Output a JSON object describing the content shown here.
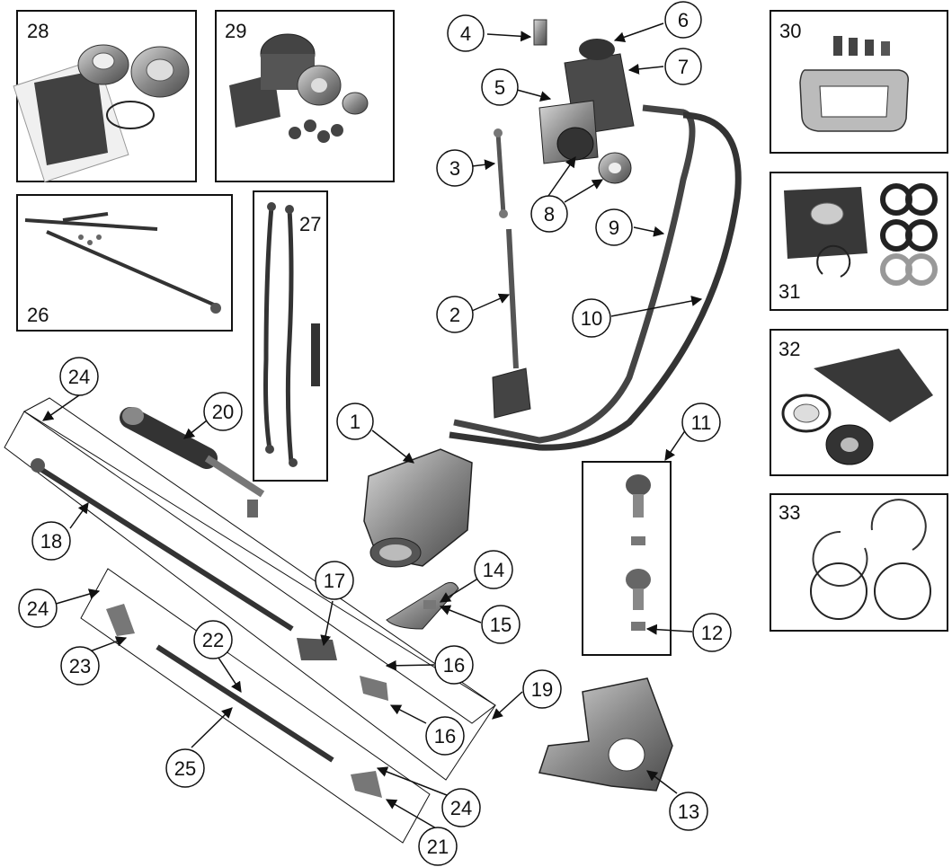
{
  "diagram": {
    "type": "exploded-parts-diagram",
    "colors": {
      "line": "#111111",
      "part_dark": "#3a3a3a",
      "part_mid": "#7a7a7a",
      "part_light": "#bdbdbd",
      "background": "#ffffff"
    },
    "boxed_kits": {
      "k28": "28",
      "k29": "29",
      "k30": "30",
      "k31": "31",
      "k32": "32",
      "k33": "33",
      "k26": "26",
      "k27": "27"
    },
    "callouts": {
      "c1": "1",
      "c2": "2",
      "c3": "3",
      "c4": "4",
      "c5": "5",
      "c6": "6",
      "c7": "7",
      "c8": "8",
      "c9": "9",
      "c10": "10",
      "c11": "11",
      "c12": "12",
      "c13": "13",
      "c14": "14",
      "c15": "15",
      "c16a": "16",
      "c16b": "16",
      "c17": "17",
      "c18": "18",
      "c19": "19",
      "c20": "20",
      "c21": "21",
      "c22": "22",
      "c23": "23",
      "c24a": "24",
      "c24b": "24",
      "c24c": "24",
      "c25": "25"
    }
  }
}
